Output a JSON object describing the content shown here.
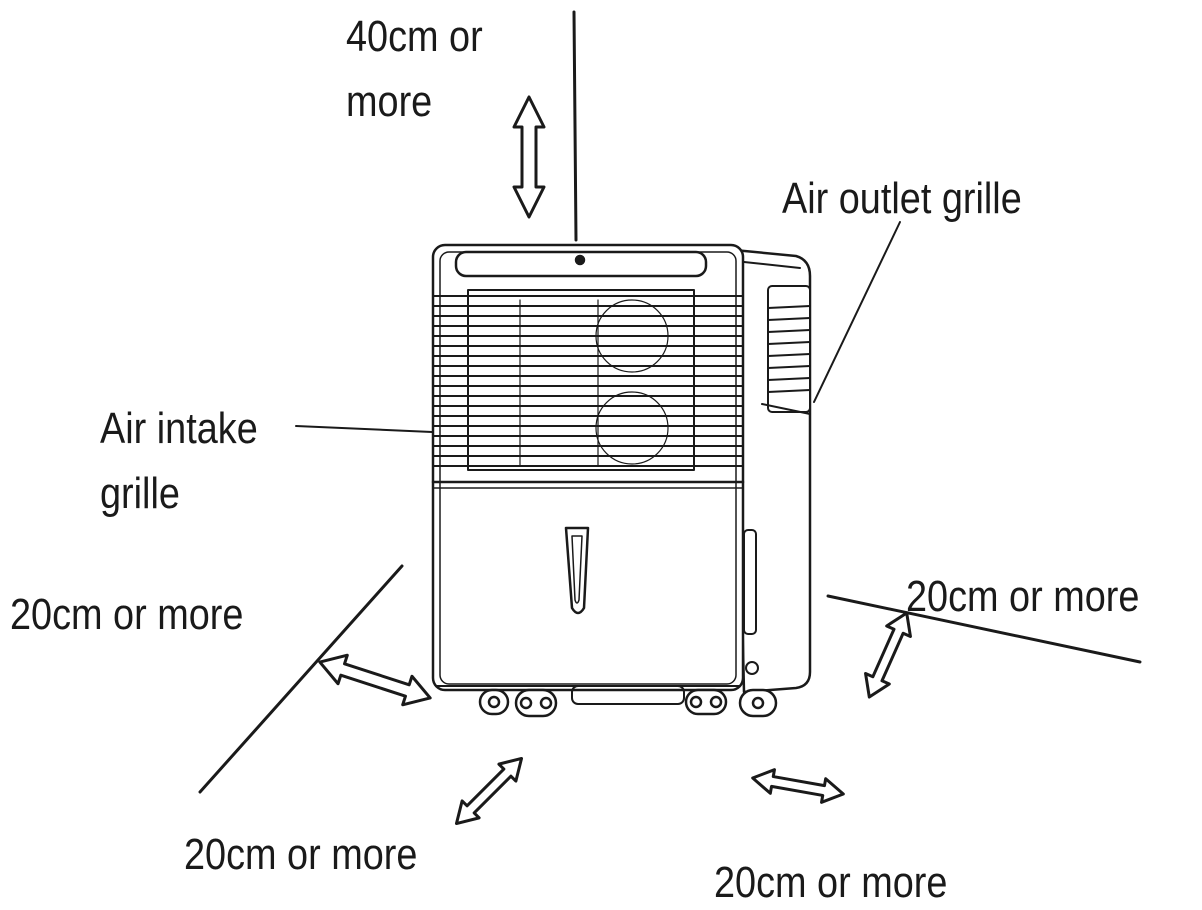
{
  "labels": {
    "top_clearance_line1": "40cm or",
    "top_clearance_line2": "more",
    "air_outlet": "Air outlet grille",
    "air_intake_line1": "Air intake",
    "air_intake_line2": "grille",
    "left_clearance": "20cm or more",
    "right_clearance": "20cm or more",
    "front_left_clearance": "20cm or more",
    "front_right_clearance": "20cm or more"
  },
  "colors": {
    "stroke": "#1a1a1a",
    "background": "#ffffff"
  }
}
